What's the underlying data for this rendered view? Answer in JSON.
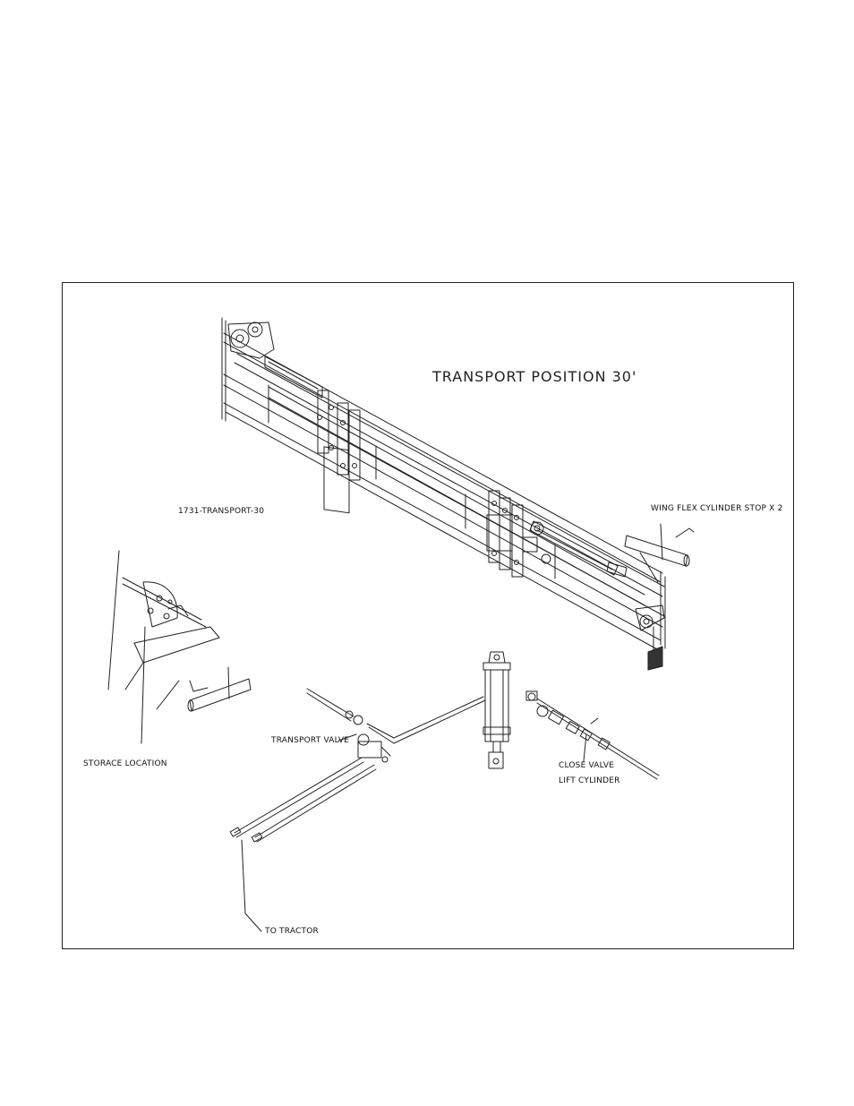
{
  "diagram": {
    "title": "TRANSPORT POSITION 30'",
    "drawing_id": "1731-TRANSPORT-30",
    "callouts": {
      "wing_flex": "WING FLEX CYLINDER STOP X 2",
      "storage": "STORACE LOCATION",
      "transport_valve": "TRANSPORT VALVE",
      "close_valve": "CLOSE VALVE",
      "lift_cylinder": "LIFT CYLINDER",
      "to_tractor": "TO TRACTOR"
    }
  }
}
